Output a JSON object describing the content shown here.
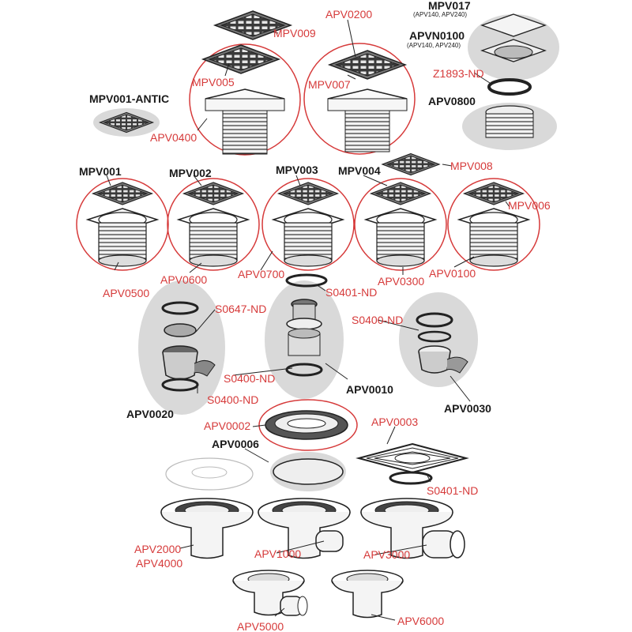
{
  "colors": {
    "accent_red": "#d63a3a",
    "label_black": "#1a1a1a",
    "group_gray": "#d9d9d9"
  },
  "labels": {
    "mpv017": "MPV017",
    "mpv017_sub": "(APV140, APV240)",
    "apvn0100": "APVN0100",
    "apvn0100_sub": "(APV140, APV240)",
    "z1893nd": "Z1893-ND",
    "apv0800": "APV0800",
    "mpv009": "MPV009",
    "apv0200": "APV0200",
    "mpv005": "MPV005",
    "mpv007": "MPV007",
    "mpv001antic": "MPV001-ANTIC",
    "apv0400": "APV0400",
    "mpv008": "MPV008",
    "mpv001": "MPV001",
    "mpv002": "MPV002",
    "mpv003": "MPV003",
    "mpv004": "MPV004",
    "mpv006": "MPV006",
    "apv0500": "APV0500",
    "apv0600": "APV0600",
    "apv0700": "APV0700",
    "apv0300": "APV0300",
    "apv0100": "APV0100",
    "s0401nd_top": "S0401-ND",
    "s0647nd": "S0647-ND",
    "s0400nd_right": "S0400-ND",
    "s0400nd_mid": "S0400-ND",
    "s0400nd_left": "S0400-ND",
    "apv0010": "APV0010",
    "apv0020": "APV0020",
    "apv0030": "APV0030",
    "apv0002": "APV0002",
    "apv0003": "APV0003",
    "apv0006": "APV0006",
    "s0401nd_bottom": "S0401-ND",
    "apv2000": "APV2000",
    "apv4000": "APV4000",
    "apv1000": "APV1000",
    "apv3000": "APV3000",
    "apv5000": "APV5000",
    "apv6000": "APV6000"
  }
}
